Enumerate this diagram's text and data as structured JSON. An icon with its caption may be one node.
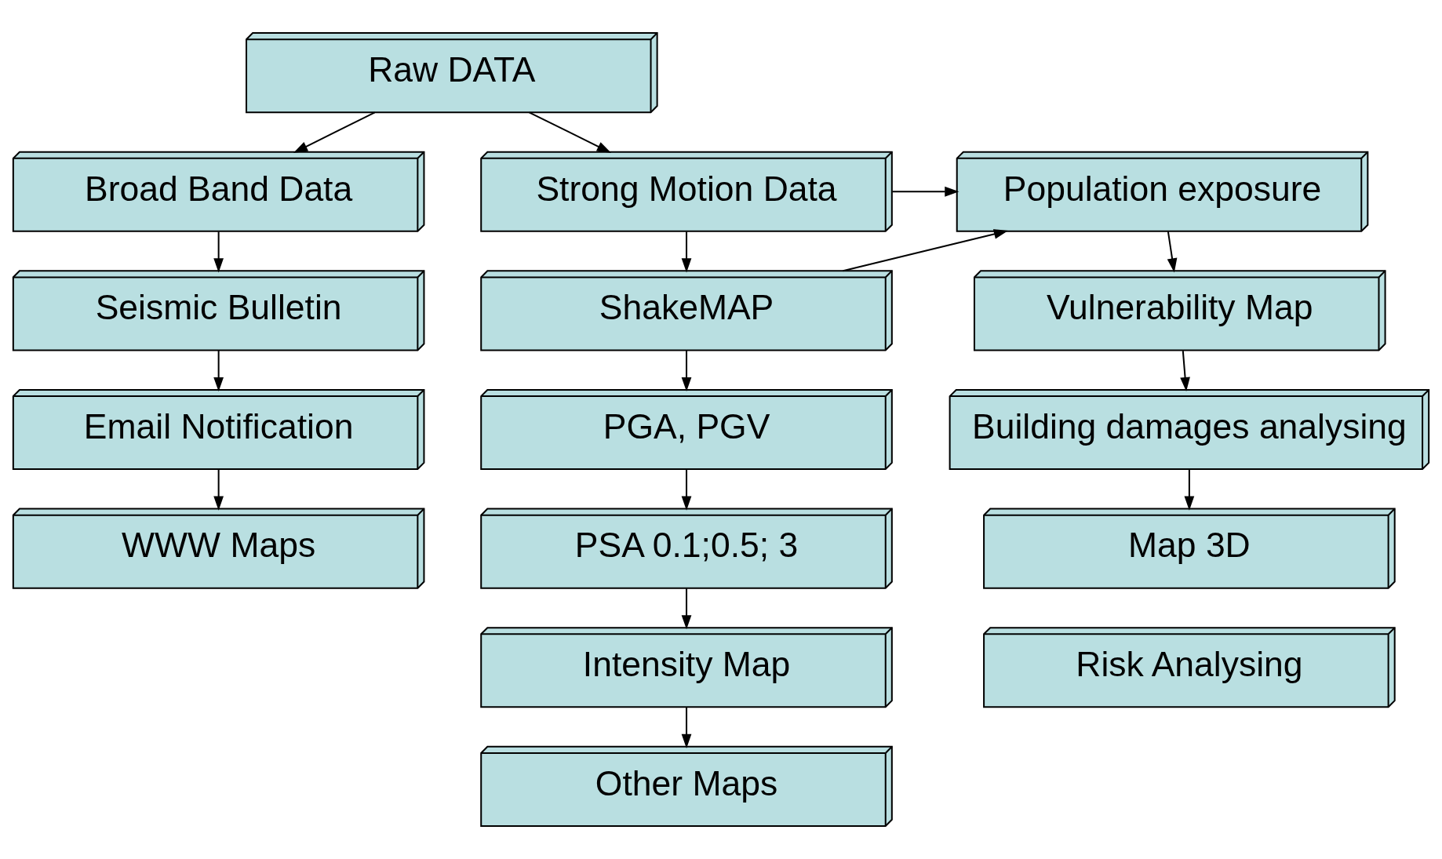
{
  "diagram": {
    "nodes": [
      {
        "text": [
          "Raw DATA"
        ]
      },
      {
        "text": [
          "Broad Band Data"
        ]
      },
      {
        "text": [
          "Strong Motion Data"
        ]
      },
      {
        "text": [
          "Population exposure"
        ]
      },
      {
        "text": [
          "Seismic Bulletin"
        ]
      },
      {
        "text": [
          "ShakeMAP"
        ]
      },
      {
        "text": [
          "Vulnerability Map"
        ]
      },
      {
        "text": [
          "Email Notification"
        ]
      },
      {
        "text": [
          "PGA, PGV"
        ]
      },
      {
        "text": [
          "Building damages analysing"
        ]
      },
      {
        "text": [
          "WWW Maps"
        ]
      },
      {
        "text": [
          "PSA 0.1;0.5; 3"
        ]
      },
      {
        "text": [
          "Map 3D"
        ]
      },
      {
        "text": [
          "Intensity Map"
        ]
      },
      {
        "text": [
          "Other Maps"
        ]
      },
      {
        "text": [
          "Risk Analysing"
        ]
      }
    ],
    "edges": [
      {
        "from": 0,
        "to": 1,
        "arrow": "to"
      },
      {
        "from": 0,
        "to": 2,
        "arrow": "to"
      },
      {
        "from": 1,
        "to": 4,
        "arrow": "to"
      },
      {
        "from": 4,
        "to": 7,
        "arrow": "to"
      },
      {
        "from": 7,
        "to": 10,
        "arrow": "to"
      },
      {
        "from": 2,
        "to": 5,
        "arrow": "to"
      },
      {
        "from": 5,
        "to": 8,
        "arrow": "to"
      },
      {
        "from": 8,
        "to": 11,
        "arrow": "to"
      },
      {
        "from": 11,
        "to": 13,
        "arrow": "to"
      },
      {
        "from": 13,
        "to": 14,
        "arrow": "to"
      },
      {
        "from": 2,
        "to": 3,
        "arrow": "to"
      },
      {
        "from": 5,
        "to": 3,
        "arrow": "to"
      },
      {
        "from": 3,
        "to": 6,
        "arrow": "to"
      },
      {
        "from": 6,
        "to": 9,
        "arrow": "to"
      },
      {
        "from": 9,
        "to": 12,
        "arrow": "to"
      }
    ]
  }
}
